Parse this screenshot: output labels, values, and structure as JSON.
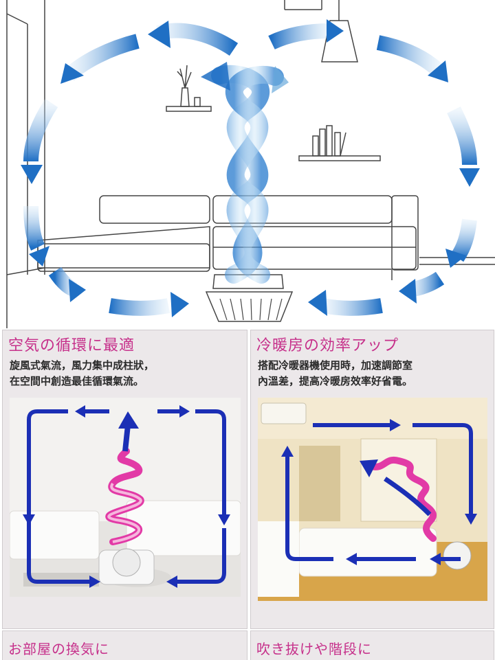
{
  "panels": {
    "circulation": {
      "title": "空気の循環に最適",
      "desc_line1": "旋風式氣流，風力集中成柱狀，",
      "desc_line2": "在空間中創造最佳循環氣流。"
    },
    "heating_cooling": {
      "title": "冷暖房の効率アップ",
      "desc_line1": "搭配冷暖器機使用時，加速調節室",
      "desc_line2": "內溫差，提高冷暖房效率好省電。"
    }
  },
  "bottom": {
    "left_title": "お部屋の換気に",
    "right_title": "吹き抜けや階段に"
  },
  "colors": {
    "title_pink": "#c62f8a",
    "arrow_blue": "#1b2fb5",
    "spiral_pink": "#e23aa6",
    "airflow_blue": "#3d86d0"
  }
}
